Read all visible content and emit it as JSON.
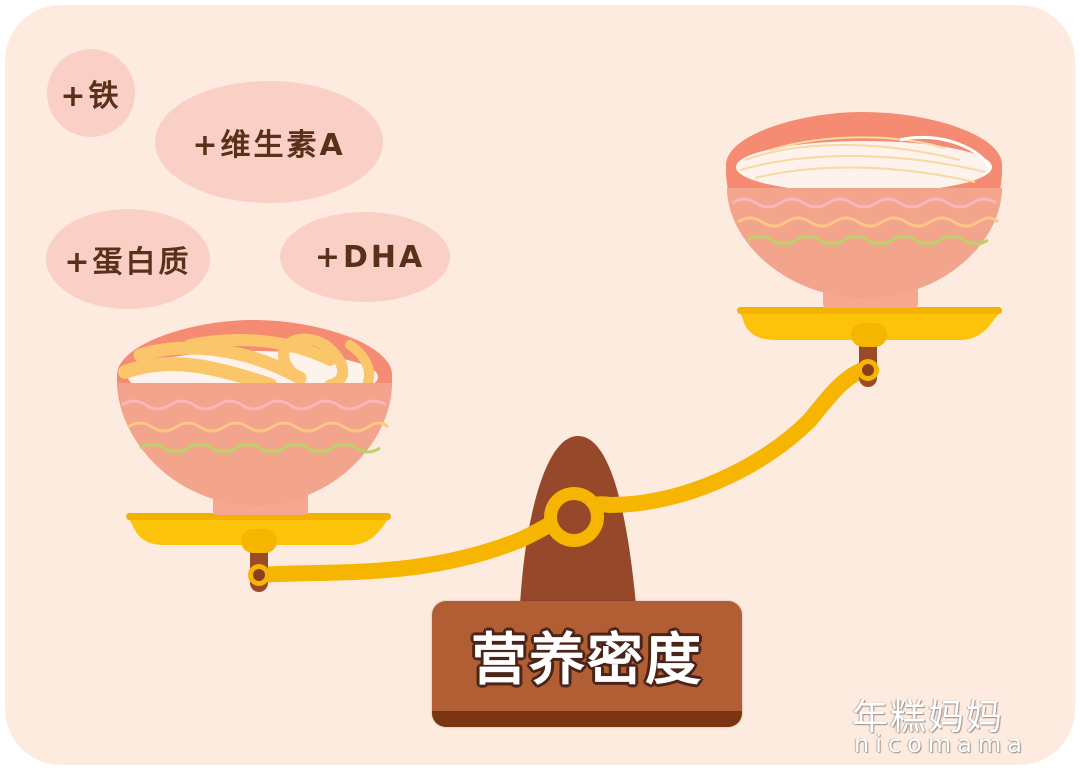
{
  "nutrient_tags": [
    {
      "label": "+铁"
    },
    {
      "label": "+维生素A"
    },
    {
      "label": "+蛋白质"
    },
    {
      "label": "+DHA"
    }
  ],
  "scale": {
    "sign_label": "营养密度",
    "left_bowl": "noodles-with-toppings",
    "right_bowl": "plain-noodles"
  },
  "watermark": {
    "chinese": "年糕妈妈",
    "english": "nicomama"
  },
  "colors": {
    "background": "#fdebdf",
    "tag_fill": "#f9cfc6",
    "tag_text": "#5a301a",
    "bowl": "#f3a48c",
    "bowl_rim": "#f48b72",
    "pan": "#fcc30a",
    "beam": "#f5b500",
    "stand": "#96482a",
    "sign": "#b15e34"
  }
}
